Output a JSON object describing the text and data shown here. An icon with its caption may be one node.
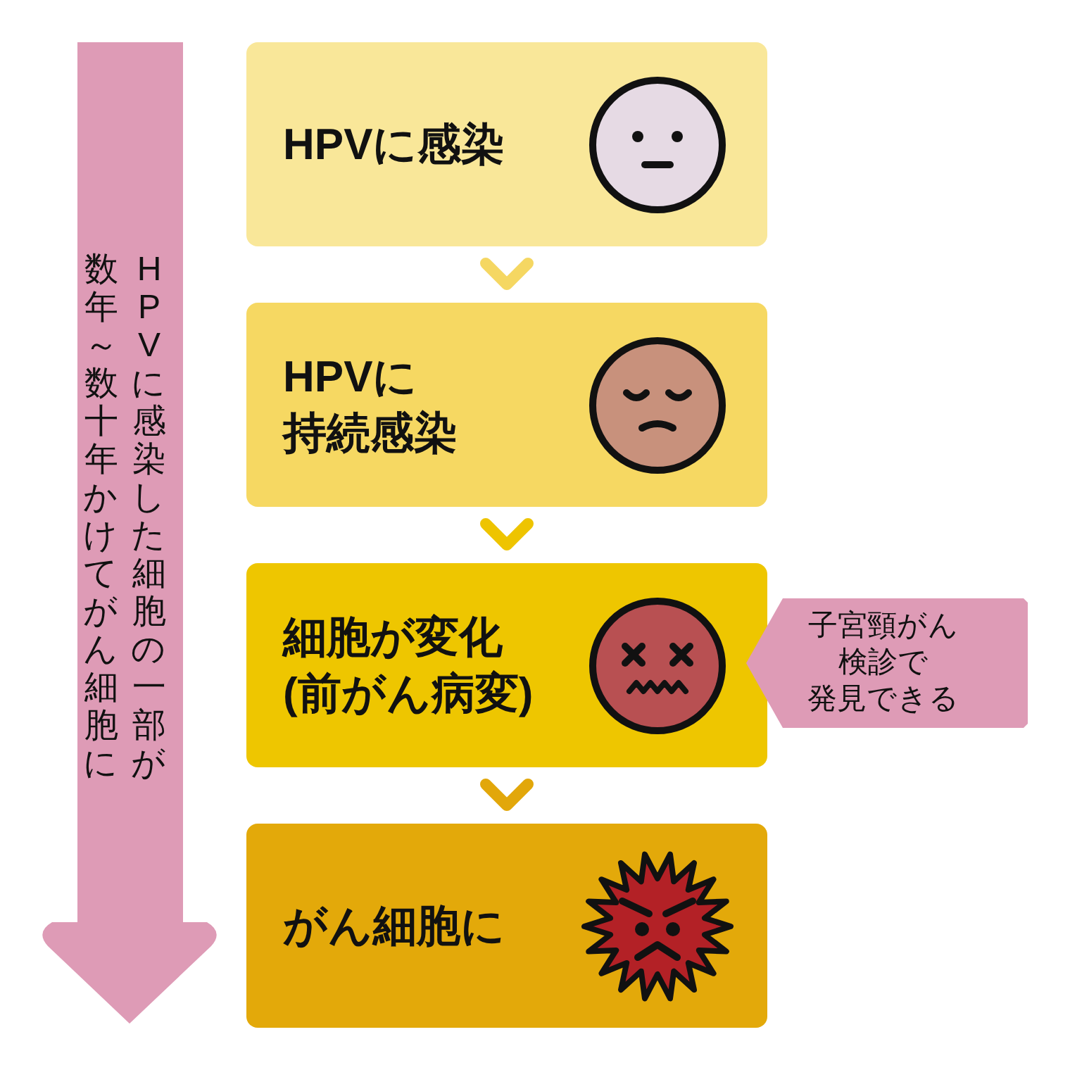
{
  "diagram": {
    "nodes": [
      {
        "text": [
          "HPVに感染"
        ]
      },
      {
        "text": [
          "HPVに持続感染"
        ]
      },
      {
        "text": [
          "細胞が変化(前がん病変)"
        ]
      },
      {
        "text": [
          "がん細胞に"
        ]
      },
      {
        "text": [
          "子宮頸がん検診で発見できる"
        ]
      },
      {
        "text": [
          "HPVに感染した細胞の一部が数年～数十年かけてがん細胞に"
        ]
      }
    ],
    "edges": [
      {
        "from": 0,
        "to": 1,
        "arrow": "to",
        "color": "#f5d762"
      },
      {
        "from": 1,
        "to": 2,
        "arrow": "to",
        "color": "#eec400"
      },
      {
        "from": 2,
        "to": 3,
        "arrow": "to",
        "color": "#e2a70a"
      }
    ]
  }
}
